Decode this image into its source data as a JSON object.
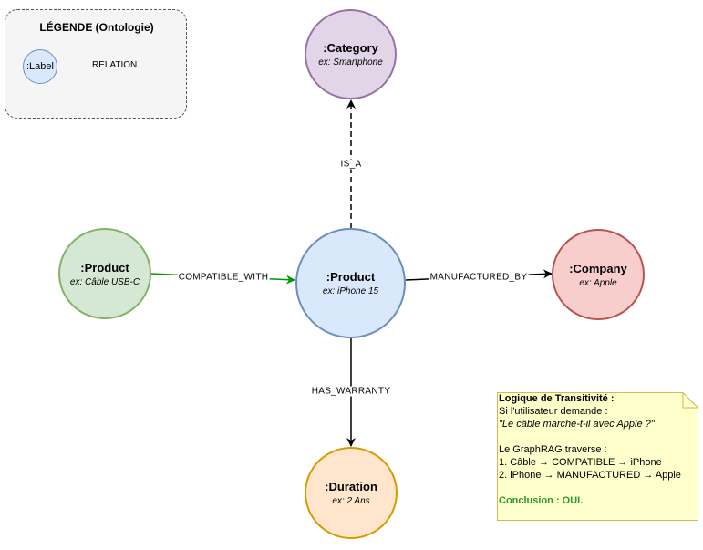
{
  "legend": {
    "title": "LÉGENDE (Ontologie)",
    "node_label": ":Label",
    "relation_label": "RELATION"
  },
  "nodes": {
    "category": {
      "title": ":Category",
      "example": "ex: Smartphone",
      "fill": "#e1d5e7",
      "stroke": "#9673a6"
    },
    "product_center": {
      "title": ":Product",
      "example": "ex: iPhone 15",
      "fill": "#dae8fc",
      "stroke": "#6c8ebf"
    },
    "product_left": {
      "title": ":Product",
      "example": "ex: Câble USB-C",
      "fill": "#d5e8d4",
      "stroke": "#82b366"
    },
    "company": {
      "title": ":Company",
      "example": "ex: Apple",
      "fill": "#f8cecc",
      "stroke": "#b85450"
    },
    "duration": {
      "title": ":Duration",
      "example": "ex: 2 Ans",
      "fill": "#ffe6cc",
      "stroke": "#d79b00"
    }
  },
  "edges": {
    "is_a": "IS_A",
    "compatible_with": "COMPATIBLE_WITH",
    "manufactured_by": "MANUFACTURED_BY",
    "has_warranty": "HAS_WARRANTY"
  },
  "colors": {
    "compatible_edge": "#009900",
    "note_fill": "#ffffcc",
    "note_stroke": "#d6b656",
    "conclusion": "#2a9a2a"
  },
  "note": {
    "title": "Logique de Transitivité :",
    "line1": "Si l'utilisateur demande :",
    "question": "\"Le câble marche-t-il avec Apple ?\"",
    "line3": "Le GraphRAG traverse :",
    "step1": "1. Câble → COMPATIBLE → iPhone",
    "step2": "2. iPhone → MANUFACTURED → Apple",
    "conclusion": "Conclusion : OUI."
  }
}
